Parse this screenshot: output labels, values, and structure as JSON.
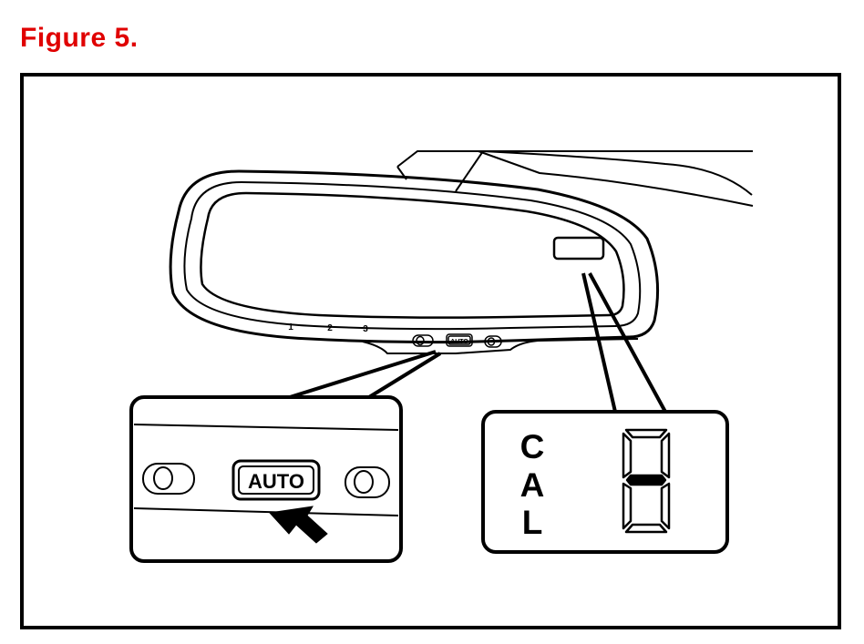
{
  "figure": {
    "title": "Figure 5.",
    "title_color": "#e00000"
  },
  "mirror": {
    "position_labels": [
      "1",
      "2",
      "3"
    ],
    "auto_label": "AUTO",
    "controls": [
      "left-button-icon",
      "auto-button",
      "right-button-icon"
    ]
  },
  "button_callout": {
    "auto_label": "AUTO",
    "pointer": "arrow-pointer-icon"
  },
  "display_callout": {
    "letters": [
      "C",
      "A",
      "L"
    ],
    "digit_segments": [
      "top",
      "upper-left",
      "upper-right",
      "middle",
      "lower-left",
      "lower-right",
      "bottom"
    ]
  },
  "colors": {
    "ink": "#000000",
    "background": "#ffffff",
    "title": "#e00000"
  }
}
